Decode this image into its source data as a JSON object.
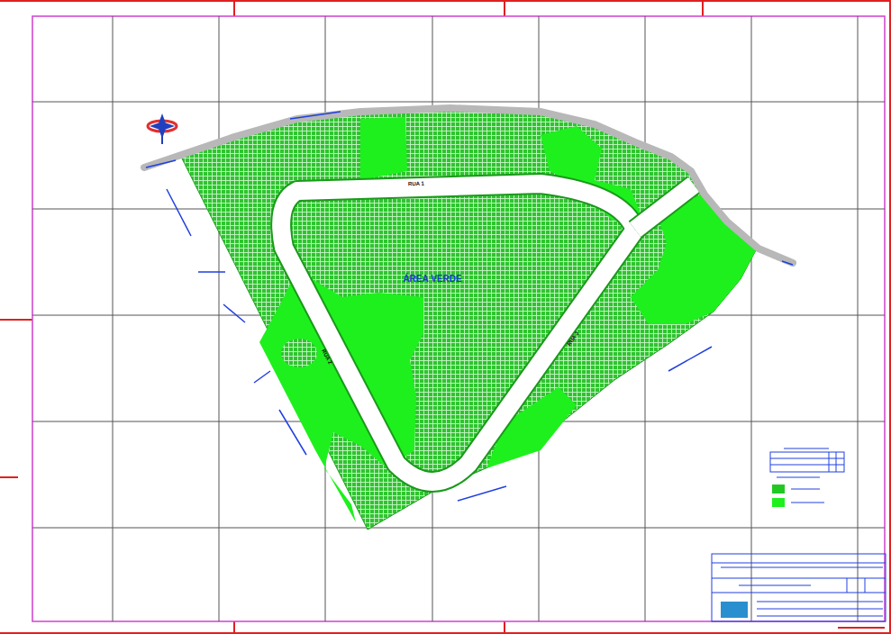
{
  "diagram": {
    "labels": [
      "ÁREA VERDE",
      "RUA 1",
      "RUA 2",
      "RUA 3"
    ]
  }
}
